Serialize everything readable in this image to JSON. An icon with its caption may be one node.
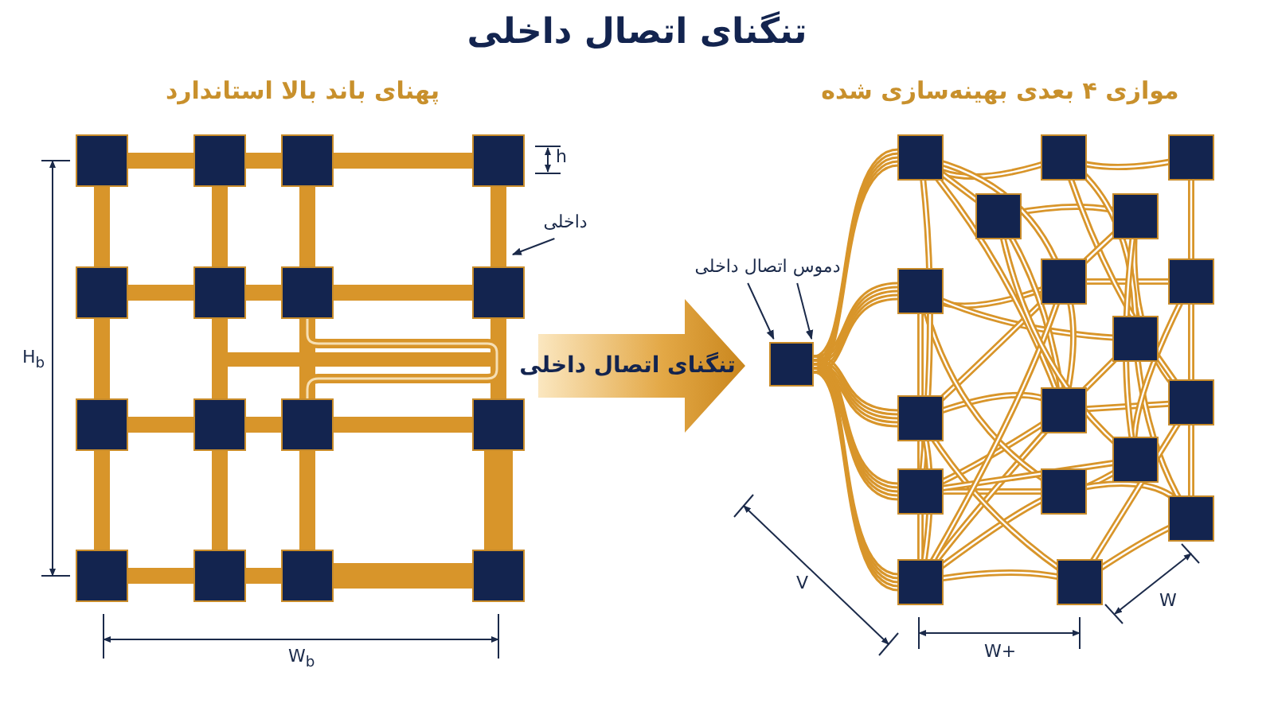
{
  "diagram": {
    "title": "تنگنای اتصال داخلی",
    "nodes": [
      {
        "text": [
          "تنگنای اتصال داخلی"
        ]
      },
      {
        "text": [
          "دموس اتصال داخلی"
        ]
      },
      {
        "text": [],
        "shape": "box"
      },
      {
        "text": [
          "داخلی"
        ]
      }
    ],
    "edges": [
      {
        "from": 1,
        "to": 2,
        "arrow": "to"
      },
      {
        "from": 1,
        "to": 2,
        "arrow": "to"
      },
      {
        "from": 3,
        "to": null,
        "arrow": "to"
      }
    ],
    "labels": [
      "موازی ۴ بعدی بهینه‌سازی شده",
      "پهنای باند بالا استاندارد",
      "h",
      "H$_{b}$",
      "W$_{b}$",
      "V",
      "W+",
      "W"
    ]
  }
}
